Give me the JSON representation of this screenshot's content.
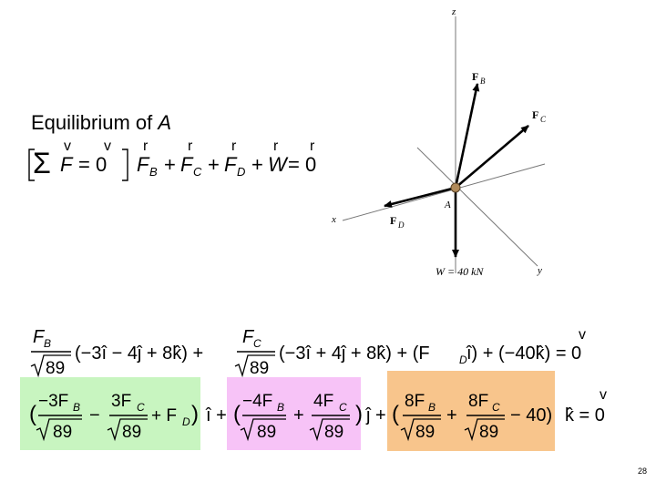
{
  "slide": {
    "title_prefix": "Equilibrium of ",
    "title_point": "A",
    "page_number": "28"
  },
  "equation1": {
    "sum_vector": "F",
    "equals_zero": "= 0",
    "terms": [
      "F",
      "F",
      "F",
      "W"
    ],
    "subscripts": [
      "B",
      "C",
      "D"
    ],
    "vec_marks": [
      "v",
      "v",
      "r",
      "r",
      "r",
      "r",
      "r"
    ],
    "plus": "+",
    "rhs": "= 0"
  },
  "equation2": {
    "coef_B": "(−3î − 4ĵ + 8k̂) +",
    "coef_C": "(−3î + 4ĵ + 8k̂) + (F",
    "coef_C_tail": "î) + (−40k̂) = 0",
    "sqrt89": "89",
    "zero_vec_mark": "v"
  },
  "equation3": {
    "x_group": "î +",
    "y_group": "ĵ +",
    "z_group": "k̂ = 0",
    "n3": "−3F",
    "n3b": "3F",
    "n4": "−4F",
    "n4b": "4F",
    "n8": "8F",
    "n8b": "8F",
    "minus40": "− 40)",
    "plus_FD": "+ F",
    "zero_vec_mark": "v"
  },
  "diagram": {
    "axis_z": "z",
    "axis_x": "x",
    "axis_y": "y",
    "point": "A",
    "force_B": "F",
    "force_C": "F",
    "force_D": "F",
    "sub_B": "B",
    "sub_C": "C",
    "sub_D": "D",
    "weight": "W = 40 kN"
  },
  "colors": {
    "green_box": "#c8f5c0",
    "pink_box": "#f7c3f7",
    "orange_box": "#f8c58c"
  }
}
